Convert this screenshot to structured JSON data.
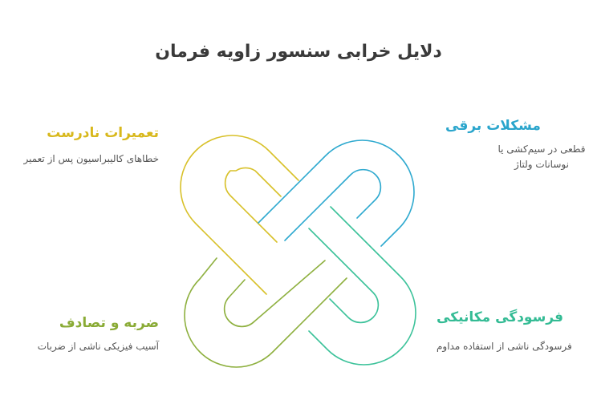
{
  "title": "دلایل خرابی سنسور زاویه فرمان",
  "colors": {
    "top_left": "#d8c12a",
    "top_right": "#2ea9cf",
    "bottom_left": "#8eb03f",
    "bottom_right": "#3cc29a"
  },
  "blocks": {
    "top_left": {
      "heading": "تعمیرات نادرست",
      "text": "خطاهای کالیبراسیون پس از تعمیر"
    },
    "top_right": {
      "heading": "مشکلات برقی",
      "line1": "قطعی در سیم‌کشی یا",
      "line2": "نوسانات ولتاژ"
    },
    "bottom_left": {
      "heading": "ضربه و تصادف",
      "text": "آسیب فیزیکی ناشی از ضربات"
    },
    "bottom_right": {
      "heading": "فرسودگی مکانیکی",
      "text": "فرسودگی ناشی از استفاده مداوم"
    }
  }
}
